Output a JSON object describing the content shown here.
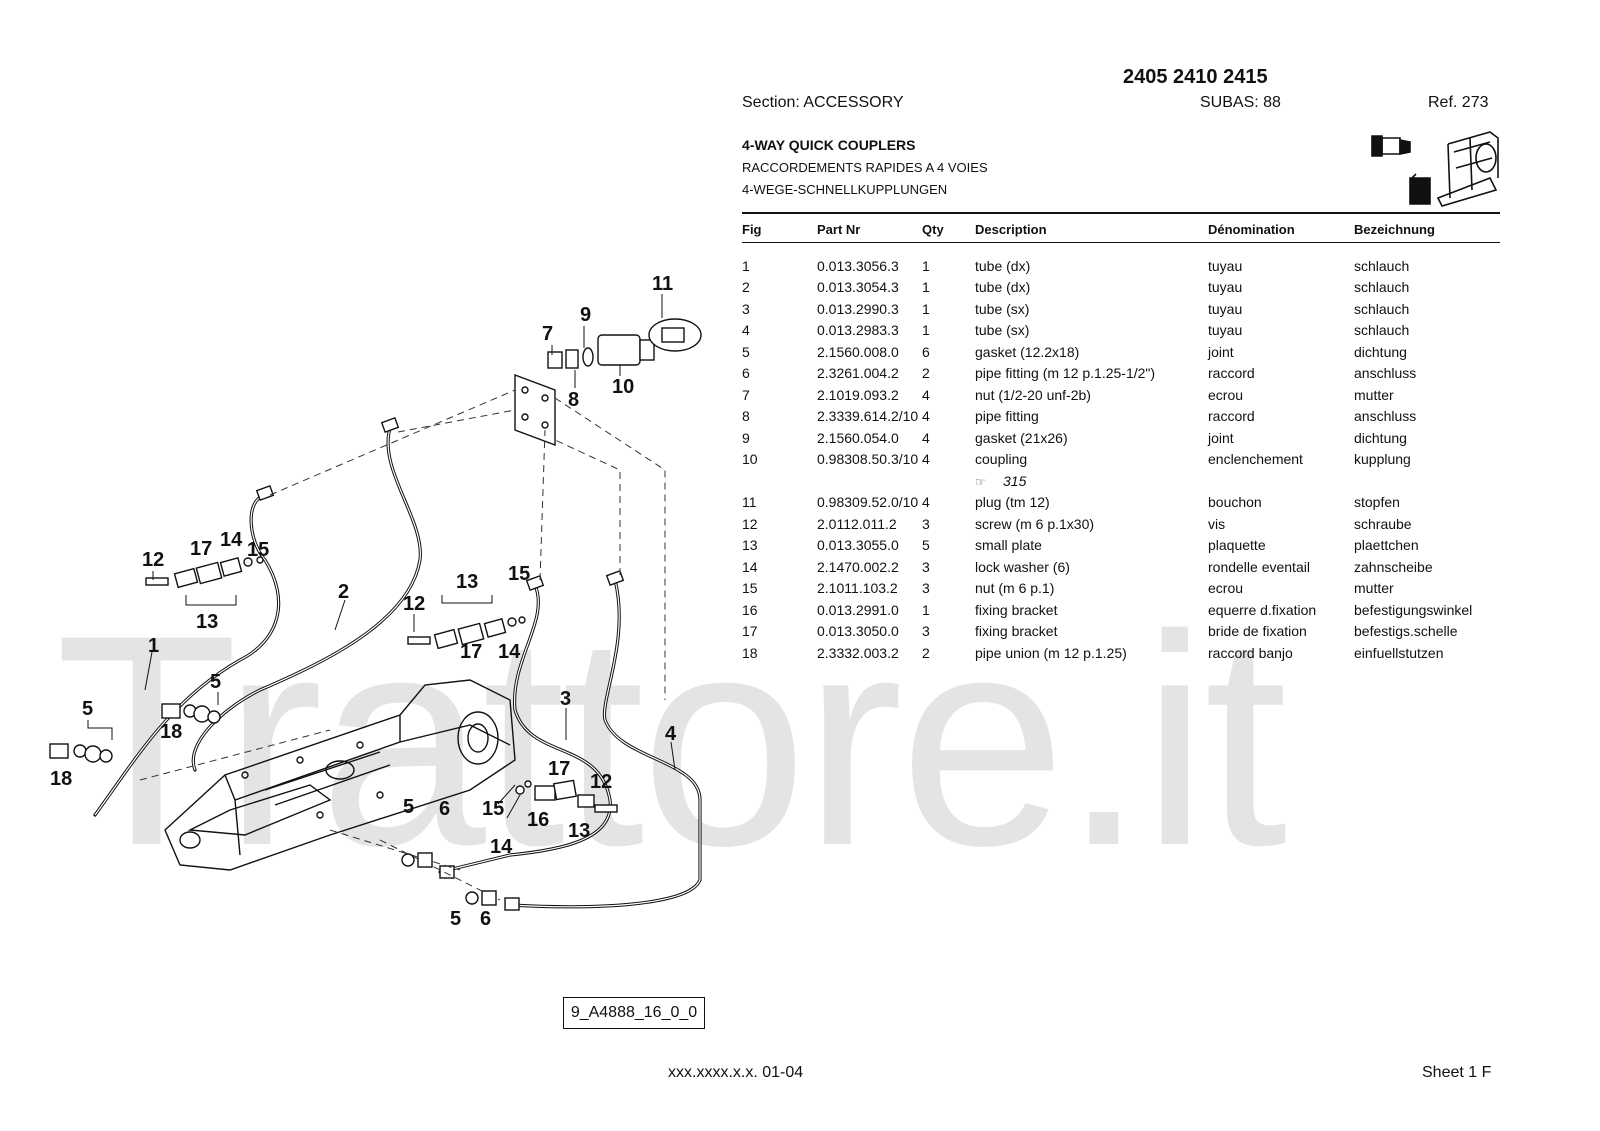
{
  "watermark": "Trattore.it",
  "header": {
    "models": "2405 2410 2415",
    "section": "Section: ACCESSORY",
    "subas": "SUBAS: 88",
    "ref": "Ref. 273"
  },
  "titles": {
    "en": "4-WAY QUICK COUPLERS",
    "fr": "RACCORDEMENTS RAPIDES A 4 VOIES",
    "de": "4-WEGE-SCHNELLKUPPLUNGEN"
  },
  "table": {
    "headers": {
      "fig": "Fig",
      "part": "Part Nr",
      "qty": "Qty",
      "desc": "Description",
      "fr": "Dénomination",
      "de": "Bezeichnung"
    },
    "rows": [
      {
        "fig": "1",
        "part": "0.013.3056.3",
        "qty": "1",
        "desc": "tube (dx)",
        "fr": "tuyau",
        "de": "schlauch"
      },
      {
        "fig": "2",
        "part": "0.013.3054.3",
        "qty": "1",
        "desc": "tube (dx)",
        "fr": "tuyau",
        "de": "schlauch"
      },
      {
        "fig": "3",
        "part": "0.013.2990.3",
        "qty": "1",
        "desc": "tube (sx)",
        "fr": "tuyau",
        "de": "schlauch"
      },
      {
        "fig": "4",
        "part": "0.013.2983.3",
        "qty": "1",
        "desc": "tube (sx)",
        "fr": "tuyau",
        "de": "schlauch"
      },
      {
        "fig": "5",
        "part": "2.1560.008.0",
        "qty": "6",
        "desc": "gasket (12.2x18)",
        "fr": "joint",
        "de": "dichtung"
      },
      {
        "fig": "6",
        "part": "2.3261.004.2",
        "qty": "2",
        "desc": "pipe fitting (m 12 p.1.25-1/2\")",
        "fr": "raccord",
        "de": "anschluss"
      },
      {
        "fig": "7",
        "part": "2.1019.093.2",
        "qty": "4",
        "desc": "nut (1/2-20 unf-2b)",
        "fr": "ecrou",
        "de": "mutter"
      },
      {
        "fig": "8",
        "part": "2.3339.614.2/10",
        "qty": "4",
        "desc": "pipe fitting",
        "fr": "raccord",
        "de": "anschluss"
      },
      {
        "fig": "9",
        "part": "2.1560.054.0",
        "qty": "4",
        "desc": "gasket (21x26)",
        "fr": "joint",
        "de": "dichtung"
      },
      {
        "fig": "10",
        "part": "0.98308.50.3/10",
        "qty": "4",
        "desc": "coupling",
        "fr": "enclenchement",
        "de": "kupplung"
      },
      {
        "fig": "11",
        "part": "0.98309.52.0/10",
        "qty": "4",
        "desc": "plug (tm 12)",
        "fr": "bouchon",
        "de": "stopfen"
      },
      {
        "fig": "12",
        "part": "2.0112.011.2",
        "qty": "3",
        "desc": "screw (m 6 p.1x30)",
        "fr": "vis",
        "de": "schraube"
      },
      {
        "fig": "13",
        "part": "0.013.3055.0",
        "qty": "5",
        "desc": "small plate",
        "fr": "plaquette",
        "de": "plaettchen"
      },
      {
        "fig": "14",
        "part": "2.1470.002.2",
        "qty": "3",
        "desc": "lock washer (6)",
        "fr": "rondelle eventail",
        "de": "zahnscheibe"
      },
      {
        "fig": "15",
        "part": "2.1011.103.2",
        "qty": "3",
        "desc": "nut (m 6 p.1)",
        "fr": "ecrou",
        "de": "mutter"
      },
      {
        "fig": "16",
        "part": "0.013.2991.0",
        "qty": "1",
        "desc": "fixing bracket",
        "fr": "equerre d.fixation",
        "de": "befestigungswinkel"
      },
      {
        "fig": "17",
        "part": "0.013.3050.0",
        "qty": "3",
        "desc": "fixing bracket",
        "fr": "bride de fixation",
        "de": "befestigs.schelle"
      },
      {
        "fig": "18",
        "part": "2.3332.003.2",
        "qty": "2",
        "desc": "pipe union (m 12 p.1.25)",
        "fr": "raccord banjo",
        "de": "einfuellstutzen"
      }
    ],
    "coupling_ref": "315"
  },
  "diagram": {
    "figure_id": "9_A4888_16_0_0",
    "callouts": [
      "1",
      "2",
      "3",
      "4",
      "5",
      "5",
      "5",
      "5",
      "6",
      "6",
      "7",
      "8",
      "9",
      "10",
      "11",
      "12",
      "12",
      "12",
      "13",
      "13",
      "13",
      "14",
      "14",
      "14",
      "15",
      "15",
      "15",
      "16",
      "17",
      "17",
      "17",
      "18",
      "18"
    ]
  },
  "footer": {
    "code": "xxx.xxxx.x.x. 01-04",
    "sheet": "Sheet 1 F"
  }
}
